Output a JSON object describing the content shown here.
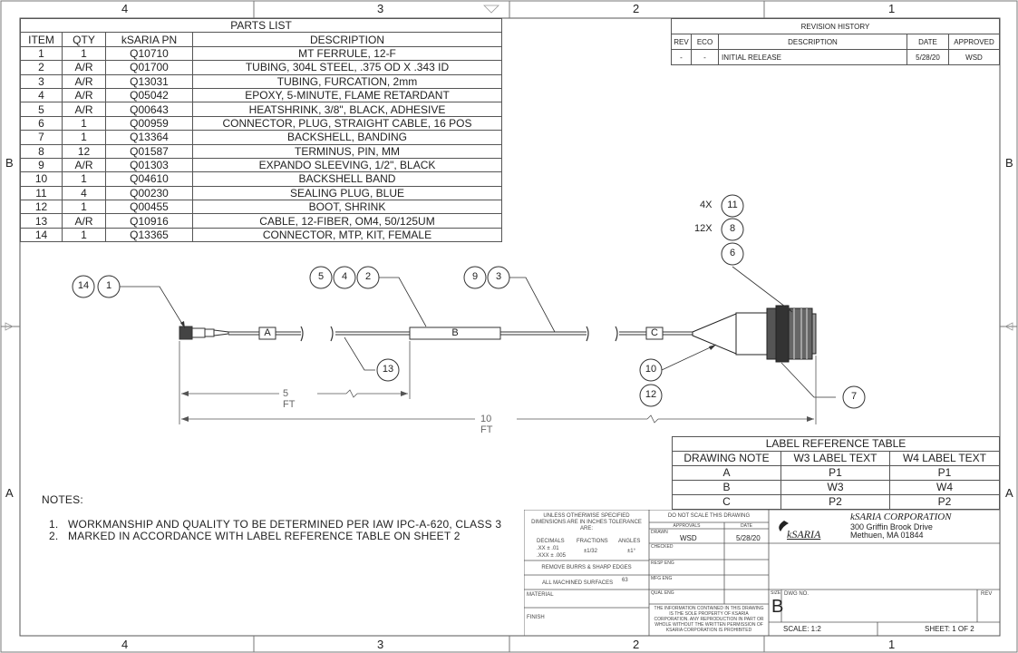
{
  "zones": {
    "columns": [
      "4",
      "3",
      "2",
      "1"
    ],
    "rows": [
      "B",
      "A"
    ]
  },
  "parts_list": {
    "title": "PARTS LIST",
    "headers": [
      "ITEM",
      "QTY",
      "kSARIA PN",
      "DESCRIPTION"
    ],
    "rows": [
      [
        "1",
        "1",
        "Q10710",
        "MT FERRULE, 12-F"
      ],
      [
        "2",
        "A/R",
        "Q01700",
        "TUBING, 304L STEEL, .375 OD X .343 ID"
      ],
      [
        "3",
        "A/R",
        "Q13031",
        "TUBING, FURCATION, 2mm"
      ],
      [
        "4",
        "A/R",
        "Q05042",
        "EPOXY, 5-MINUTE, FLAME RETARDANT"
      ],
      [
        "5",
        "A/R",
        "Q00643",
        "HEATSHRINK, 3/8\", BLACK, ADHESIVE"
      ],
      [
        "6",
        "1",
        "Q00959",
        "CONNECTOR, PLUG, STRAIGHT CABLE, 16 POS"
      ],
      [
        "7",
        "1",
        "Q13364",
        "BACKSHELL, BANDING"
      ],
      [
        "8",
        "12",
        "Q01587",
        "TERMINUS, PIN, MM"
      ],
      [
        "9",
        "A/R",
        "Q01303",
        "EXPANDO SLEEVING, 1/2\", BLACK"
      ],
      [
        "10",
        "1",
        "Q04610",
        "BACKSHELL BAND"
      ],
      [
        "11",
        "4",
        "Q00230",
        "SEALING PLUG, BLUE"
      ],
      [
        "12",
        "1",
        "Q00455",
        "BOOT, SHRINK"
      ],
      [
        "13",
        "A/R",
        "Q10916",
        "CABLE, 12-FIBER, OM4, 50/125UM"
      ],
      [
        "14",
        "1",
        "Q13365",
        "CONNECTOR, MTP, KIT, FEMALE"
      ]
    ]
  },
  "revision_history": {
    "title": "REVISION HISTORY",
    "headers": [
      "REV",
      "ECO",
      "DESCRIPTION",
      "DATE",
      "APPROVED"
    ],
    "rows": [
      [
        "-",
        "-",
        "INITIAL RELEASE",
        "5/28/20",
        "WSD"
      ]
    ]
  },
  "drawing": {
    "balloons": {
      "b14": "14",
      "b1": "1",
      "b5": "5",
      "b4": "4",
      "b2": "2",
      "b9": "9",
      "b3": "3",
      "b13": "13",
      "b11": "11",
      "b8": "8",
      "b6": "6",
      "b10": "10",
      "b12": "12",
      "b7": "7"
    },
    "qty_4x": "4X",
    "qty_12x": "12X",
    "label_a": "A",
    "label_b": "B",
    "label_c": "C",
    "dim_5ft": "5 FT",
    "dim_10ft": "10 FT"
  },
  "label_table": {
    "title": "LABEL REFERENCE TABLE",
    "headers": [
      "DRAWING NOTE",
      "W3 LABEL TEXT",
      "W4 LABEL TEXT"
    ],
    "rows": [
      [
        "A",
        "P1",
        "P1"
      ],
      [
        "B",
        "W3",
        "W4"
      ],
      [
        "C",
        "P2",
        "P2"
      ]
    ]
  },
  "notes": {
    "heading": "NOTES:",
    "items": [
      "1.   WORKMANSHIP AND QUALITY TO BE DETERMINED PER IAW IPC-A-620, CLASS 3",
      "2.   MARKED IN ACCORDANCE WITH LABEL REFERENCE TABLE ON SHEET 2"
    ]
  },
  "title_block": {
    "tolerance_header": "UNLESS OTHERWISE SPECIFIED DIMENSIONS ARE IN INCHES TOLERANCE ARE:",
    "decimals_label": "DECIMALS",
    "fractions_label": "FRACTIONS",
    "angles_label": "ANGLES",
    "dec_1": ".XX ± .01",
    "dec_2": ".XXX ± .005",
    "frac_val": "±1/32",
    "angle_val": "±1°",
    "remove_burrs": "REMOVE BURRS & SHARP EDGES",
    "machined": "ALL MACHINED SURFACES",
    "machined_val": "63",
    "material": "MATERIAL",
    "finish": "FINISH",
    "do_not_scale": "DO NOT SCALE THIS DRAWING",
    "approvals": "APPROVALS",
    "date": "DATE",
    "drawn": "DRAWN",
    "drawn_by": "WSD",
    "drawn_date": "5/28/20",
    "checked": "CHECKED",
    "resp_eng": "RESP ENG",
    "mfg_eng": "MFG ENG",
    "qual_eng": "QUAL ENG",
    "proprietary": "THE INFORMATION CONTAINED IN THIS DRAWING IS THE SOLE PROPERTY OF KSARIA CORPORATION. ANY REPRODUCTION IN PART OR WHOLE WITHOUT THE WRITTEN PERMISSION OF KSARIA CORPORATION IS PROHIBITED",
    "company": "kSARIA CORPORATION",
    "address1": "300 Griffin Brook Drive",
    "address2": "Methuen, MA 01844",
    "logo_text": "kSARIA",
    "size_label": "SIZE",
    "size": "B",
    "dwg_no_label": "DWG NO.",
    "rev_label": "REV",
    "scale": "SCALE: 1:2",
    "sheet": "SHEET: 1 OF 2"
  }
}
